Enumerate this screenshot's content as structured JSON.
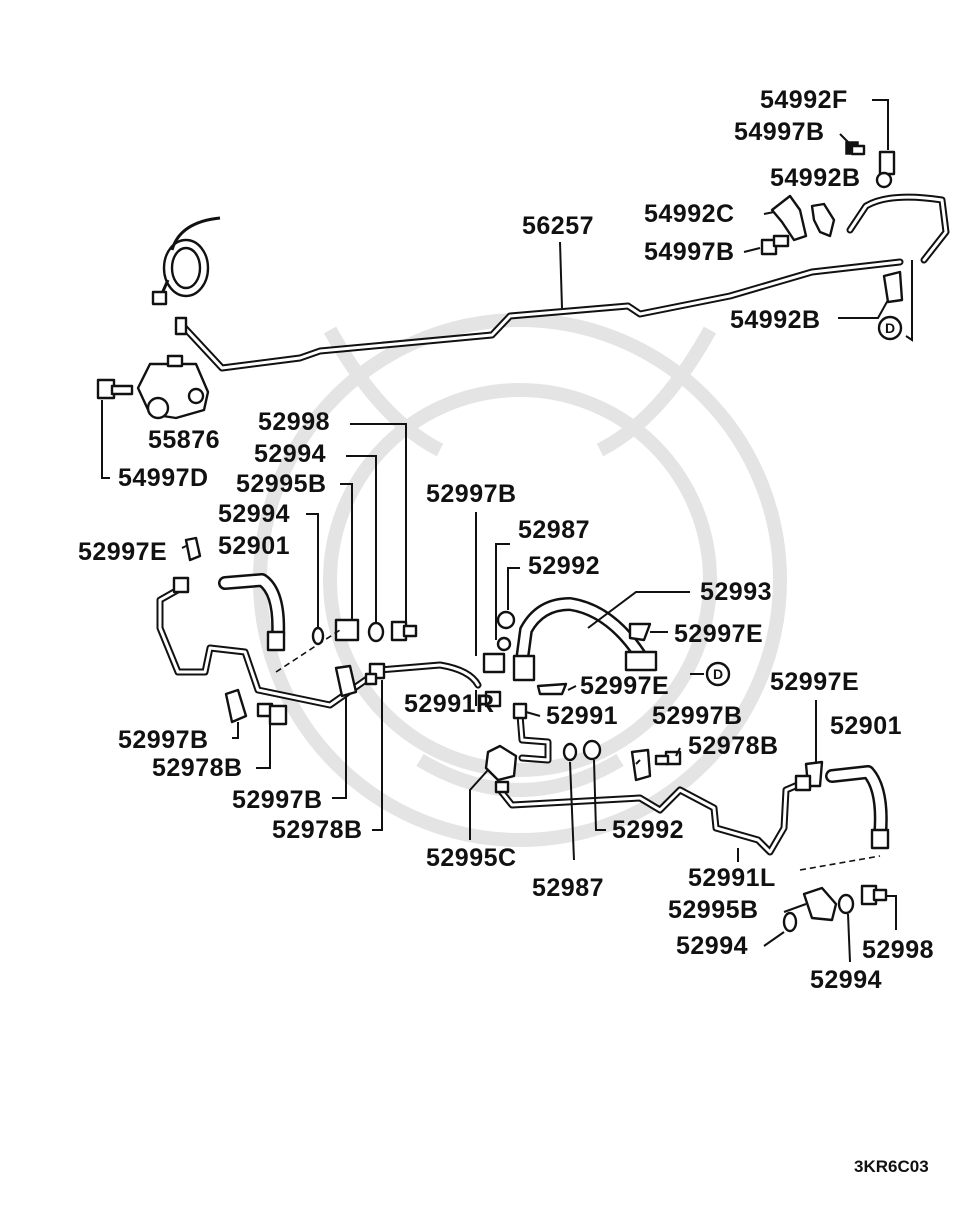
{
  "diagram": {
    "labels": [
      "54992F",
      "54997B",
      "54992B",
      "54992C",
      "54997B",
      "56257",
      "54992B",
      "55876",
      "54997D",
      "52998",
      "52994",
      "52995B",
      "52994",
      "52901",
      "52997E",
      "52997B",
      "52987",
      "52992",
      "52993",
      "52997E",
      "52997E",
      "52991R",
      "52991",
      "52997B",
      "52978B",
      "52997E",
      "52901",
      "52997B",
      "52978B",
      "52997B",
      "52978B",
      "52992",
      "52995C",
      "52987",
      "52991L",
      "52995B",
      "52994",
      "52998",
      "52994"
    ],
    "connector_marks": [
      "D",
      "D"
    ],
    "diagram_code": "3KR6C03"
  }
}
